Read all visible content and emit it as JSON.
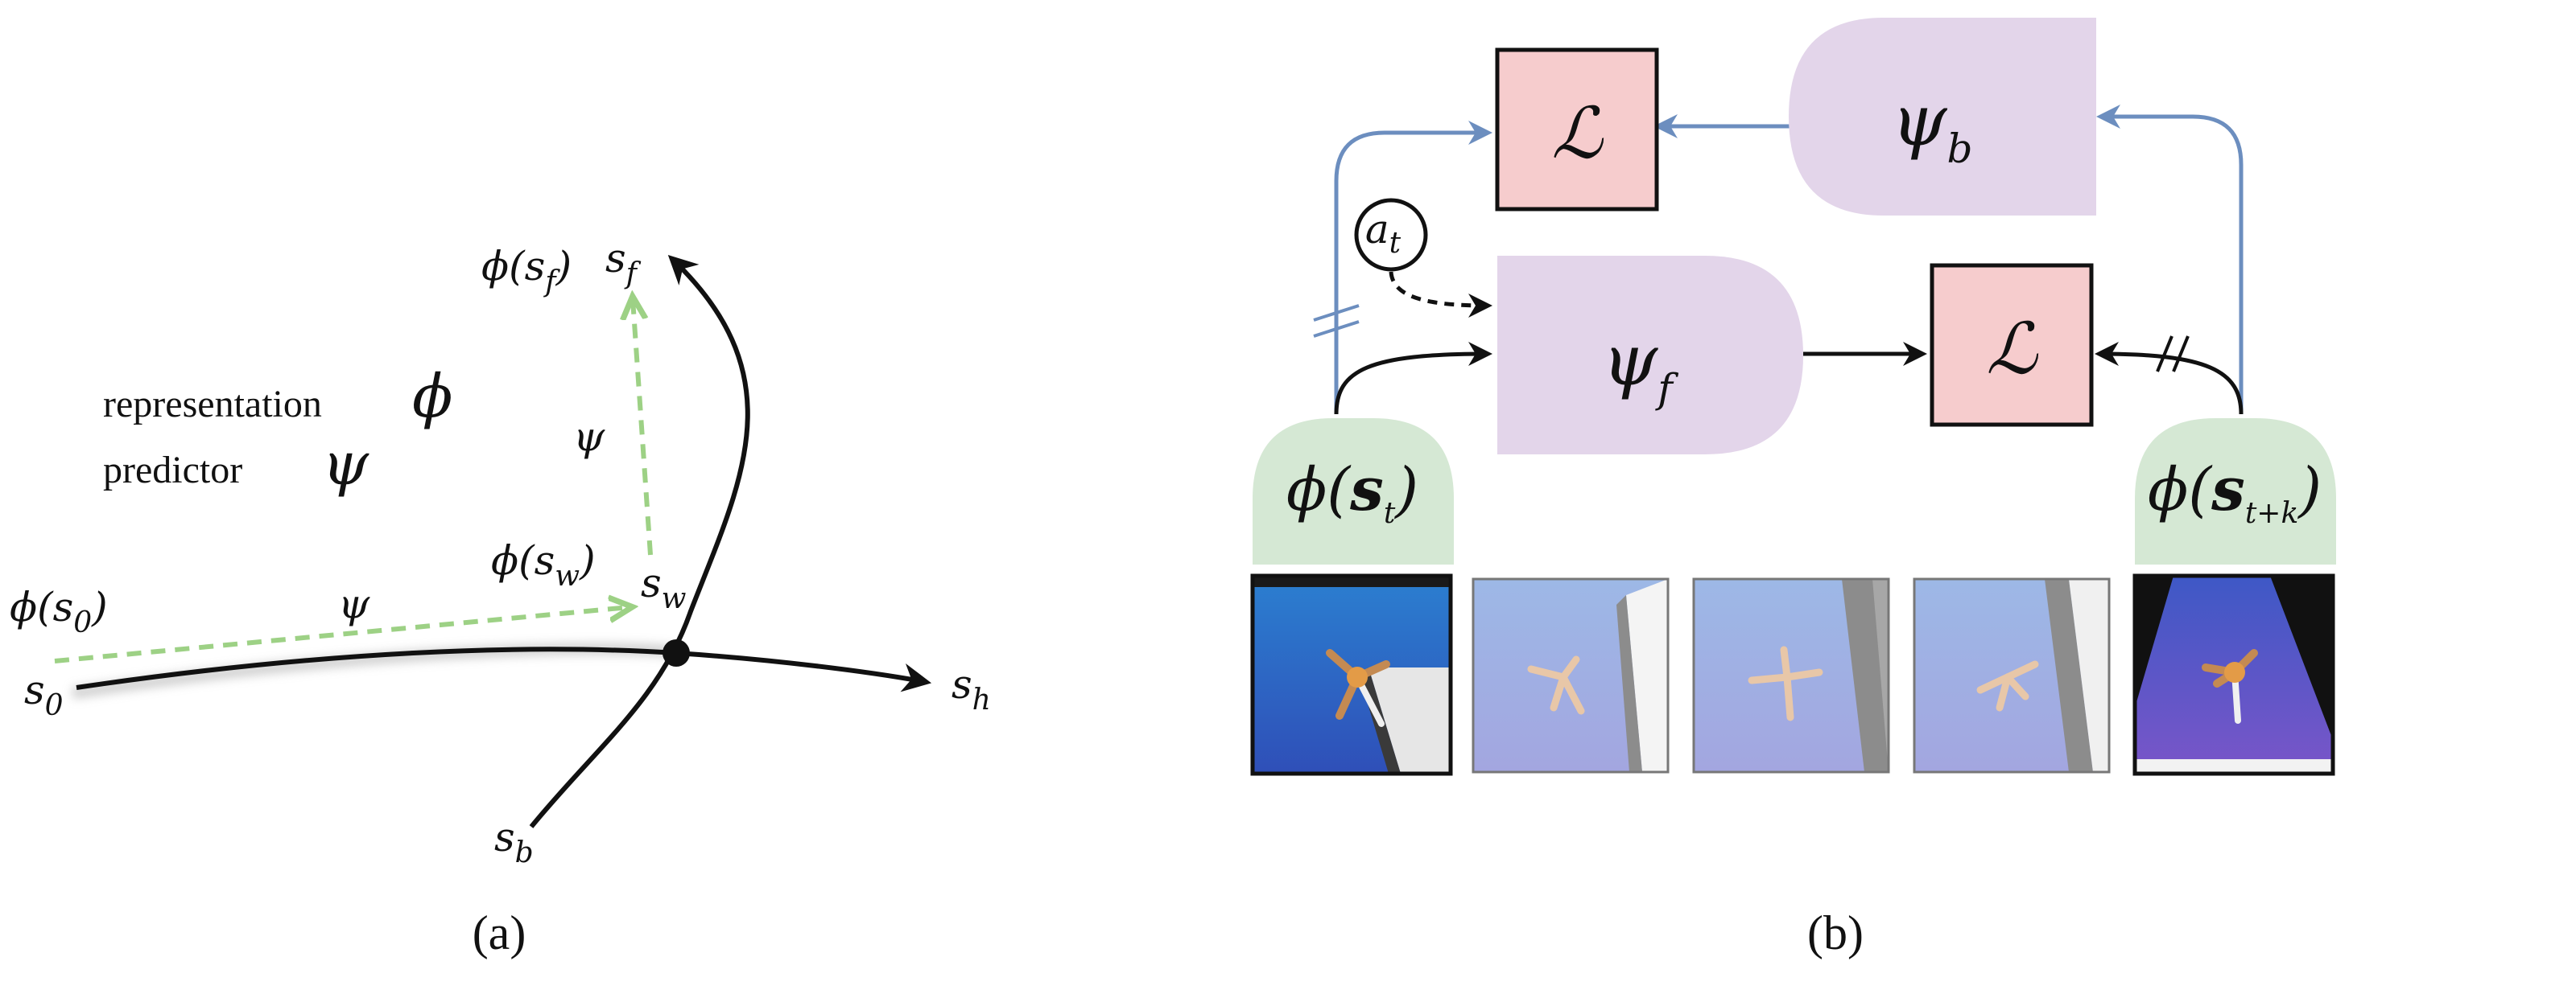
{
  "panel_a": {
    "caption": "(a)",
    "legend": {
      "representation_word": "representation",
      "representation_symbol": "ϕ",
      "predictor_word": "predictor",
      "predictor_symbol": "ψ"
    },
    "points": {
      "s0": {
        "base": "s",
        "sub": "0"
      },
      "sh": {
        "base": "s",
        "sub": "h"
      },
      "sb": {
        "base": "s",
        "sub": "b"
      },
      "sw": {
        "base": "s",
        "sub": "w"
      },
      "sf": {
        "base": "s",
        "sub": "f"
      }
    },
    "embeddings": {
      "phi_s0": {
        "pre": "ϕ(",
        "base": "s",
        "sub": "0",
        "post": ")"
      },
      "phi_sw": {
        "pre": "ϕ(",
        "base": "s",
        "sub": "w",
        "post": ")"
      },
      "phi_sf": {
        "pre": "ϕ(",
        "base": "s",
        "sub": "f",
        "post": ")"
      }
    },
    "psi_labels": [
      "ψ",
      "ψ"
    ]
  },
  "panel_b": {
    "caption": "(b)",
    "loss_symbol": "ℒ",
    "psi_b": {
      "base": "ψ",
      "sub": "b"
    },
    "psi_f": {
      "base": "ψ",
      "sub": "f"
    },
    "action": {
      "base": "a",
      "sub": "t"
    },
    "phi_st": {
      "pre": "ϕ(",
      "base": "s",
      "sub": "t",
      "post": ")"
    },
    "phi_stk": {
      "pre": "ϕ(",
      "base": "s",
      "sub": "t+k",
      "post": ")"
    },
    "frames_count_label": "",
    "colors": {
      "loss_fill": "#f6cccd",
      "predictor_fill": "#e3d5ea",
      "encoder_fill": "#d5e8d4",
      "blue_arrow": "#6c8ebf",
      "green_dashed": "#9dd185",
      "frame_bright": "#2a62c4",
      "frame_pale": "#9aaee0"
    }
  }
}
